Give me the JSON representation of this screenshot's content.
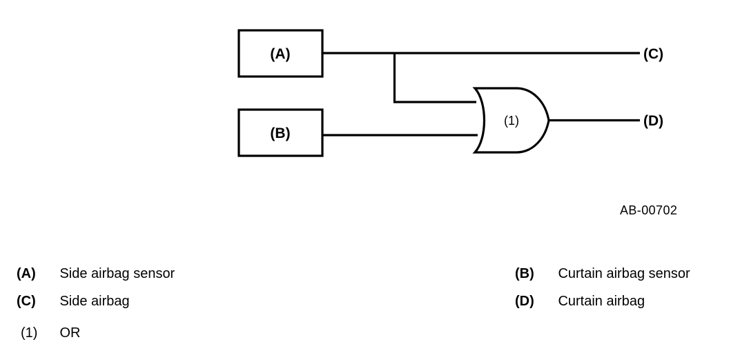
{
  "diagram": {
    "blocks": [
      {
        "id": "block-a",
        "label": "(A)"
      },
      {
        "id": "block-b",
        "label": "(B)"
      }
    ],
    "gate": {
      "label": "(1)",
      "type": "OR"
    },
    "outputs": [
      {
        "id": "output-c",
        "label": "(C)"
      },
      {
        "id": "output-d",
        "label": "(D)"
      }
    ],
    "reference_code": "AB-00702",
    "line_color": "#000000",
    "background_color": "#ffffff"
  },
  "legend": {
    "left_column": [
      {
        "key": "(A)",
        "desc": "Side airbag sensor",
        "bold_key": true
      },
      {
        "key": "(C)",
        "desc": "Side airbag",
        "bold_key": true
      },
      {
        "key": "(1)",
        "desc": "OR",
        "bold_key": false
      }
    ],
    "right_column": [
      {
        "key": "(B)",
        "desc": "Curtain airbag sensor",
        "bold_key": true
      },
      {
        "key": "(D)",
        "desc": "Curtain airbag",
        "bold_key": true
      }
    ]
  }
}
